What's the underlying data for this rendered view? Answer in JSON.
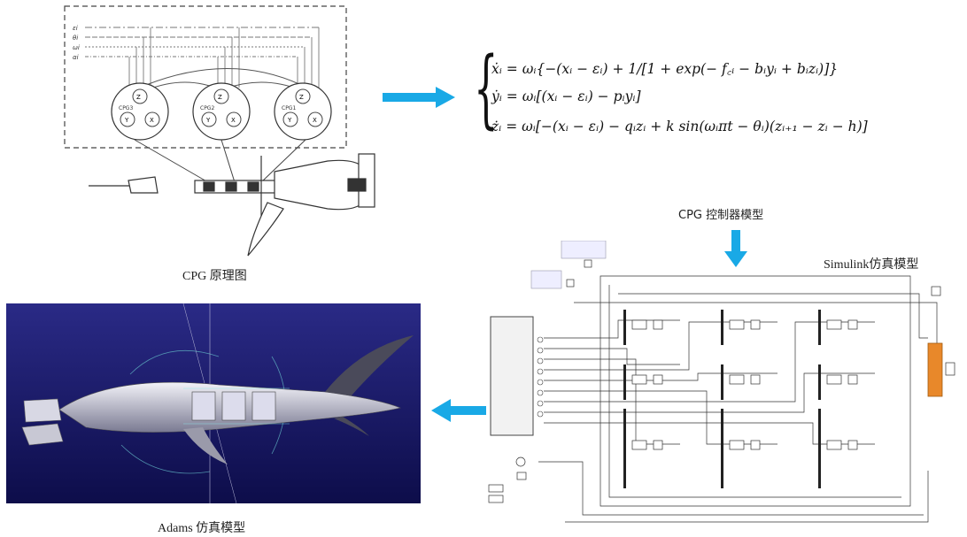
{
  "captions": {
    "cpg_principle": "CPG 原理图",
    "cpg_controller_model": "CPG 控制器模型",
    "simulink_model": "Simulink仿真模型",
    "adams_model": "Adams  仿真模型"
  },
  "cpg_units": [
    {
      "name": "CPG3",
      "z": "Z",
      "y": "Y",
      "x": "X"
    },
    {
      "name": "CPG2",
      "z": "Z",
      "y": "Y",
      "x": "X"
    },
    {
      "name": "CPG1",
      "z": "Z",
      "y": "Y",
      "x": "X"
    }
  ],
  "input_labels": [
    "εi",
    "θi",
    "ωi",
    "αi"
  ],
  "equations": {
    "line1": "ẋᵢ = ωᵢ{−(xᵢ − εᵢ) + 1/[1 + exp(− f꜀ᵢ − bᵢyᵢ + bᵢzᵢ)]}",
    "line2": "ẏᵢ = ωᵢ[(xᵢ − εᵢ) − pᵢyᵢ]",
    "line3": "żᵢ = ωᵢ[−(xᵢ − εᵢ) − qᵢzᵢ + k sin(ωᵢπt − θᵢ)(zᵢ₊₁ − zᵢ − h)]"
  },
  "colors": {
    "arrow": "#19a9e6",
    "adams_bg": "#1a1a6e",
    "simulink_out": "#e8882a"
  }
}
